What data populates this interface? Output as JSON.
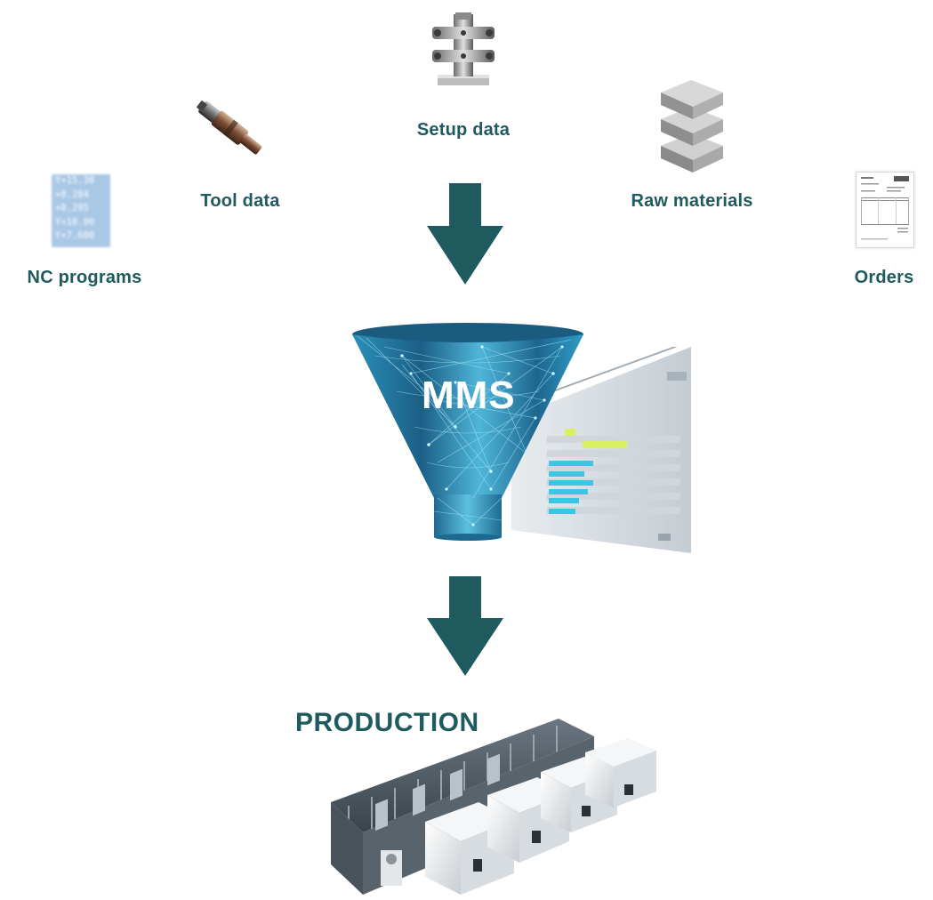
{
  "inputs": {
    "nc_programs": "NC programs",
    "tool_data": "Tool data",
    "setup_data": "Setup data",
    "raw_materials": "Raw materials",
    "orders": "Orders"
  },
  "nc_code_lines": [
    "Y+15.30",
    "+0.204",
    "+0.295",
    "Y+10.00",
    "Y+7.600"
  ],
  "funnel_label": "MMS",
  "output_label": "PRODUCTION",
  "colors": {
    "label": "#1e5a5e",
    "arrow": "#1f5a5f",
    "funnel": "#1e8fb8",
    "bar_cyan": "#3cc6e6",
    "bar_yellow": "#d8f062"
  }
}
